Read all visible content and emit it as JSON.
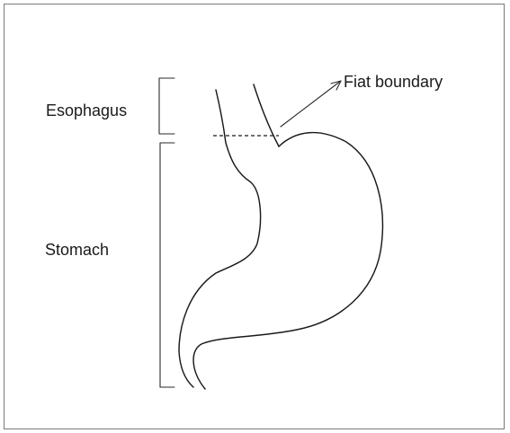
{
  "labels": {
    "esophagus": "Esophagus",
    "stomach": "Stomach",
    "boundary": "Fiat boundary"
  },
  "colors": {
    "line": "#1a1a1a",
    "border": "#7a7a7a",
    "background": "#ffffff"
  }
}
